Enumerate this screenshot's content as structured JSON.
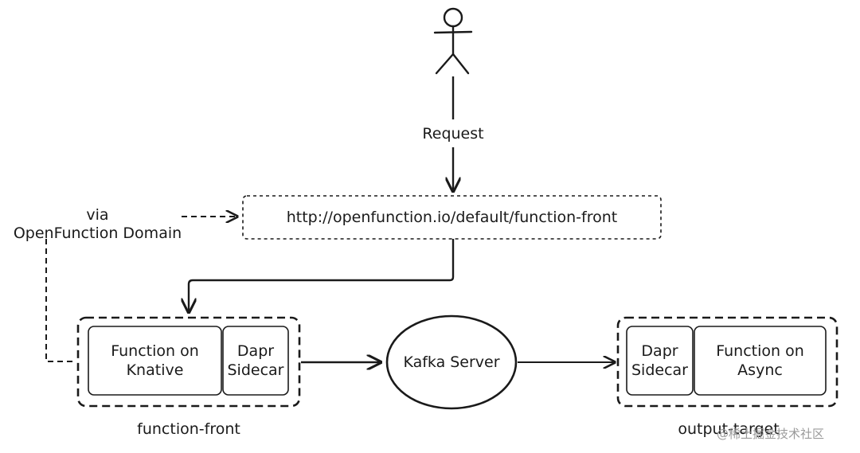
{
  "nodes": {
    "request_label": "Request",
    "url": "http://openfunction.io/default/function-front",
    "via_line1": "via",
    "via_line2": "OpenFunction Domain",
    "knative_line1": "Function on",
    "knative_line2": "Knative",
    "dapr_left_line1": "Dapr",
    "dapr_left_line2": "Sidecar",
    "kafka": "Kafka Server",
    "dapr_right_line1": "Dapr",
    "dapr_right_line2": "Sidecar",
    "async_line1": "Function on",
    "async_line2": "Async",
    "front_label": "function-front",
    "target_label": "output-target"
  },
  "watermark": "@稀土掘金技术社区"
}
